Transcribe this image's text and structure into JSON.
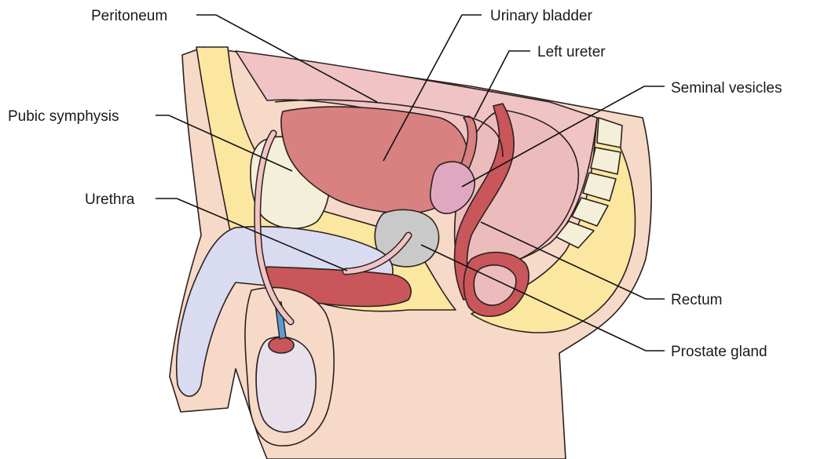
{
  "labels": {
    "peritoneum": "Peritoneum",
    "urinary_bladder": "Urinary bladder",
    "left_ureter": "Left ureter",
    "seminal_vesicles": "Seminal vesicles",
    "pubic_symphysis": "Pubic symphysis",
    "urethra": "Urethra",
    "rectum": "Rectum",
    "prostate_gland": "Prostate gland"
  },
  "colors": {
    "skin": "#f7d9c8",
    "fat": "#fbe7a0",
    "peritoneum": "#f0c4c4",
    "bladder": "#d98080",
    "muscle": "#c9565a",
    "bone": "#f3efd9",
    "erectile": "#d9dbf0",
    "prostate": "#c9c9c9",
    "testis": "#e8e0ea",
    "vas": "#5b9bd5",
    "rectum": "#ecbcbc"
  }
}
